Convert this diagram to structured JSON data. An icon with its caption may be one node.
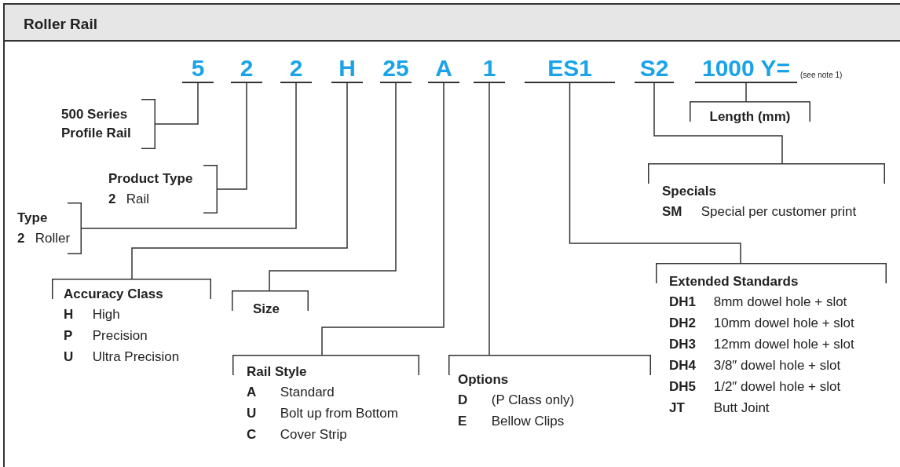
{
  "diagram": {
    "title": "Roller Rail",
    "nodes": [
      {
        "text": [
          "5"
        ]
      },
      {
        "text": [
          "2"
        ]
      },
      {
        "text": [
          "2"
        ]
      },
      {
        "text": [
          "H"
        ]
      },
      {
        "text": [
          "25"
        ]
      },
      {
        "text": [
          "A"
        ]
      },
      {
        "text": [
          "1"
        ]
      },
      {
        "text": [
          "ES1"
        ]
      },
      {
        "text": [
          "S2"
        ]
      },
      {
        "text": [
          "1000 Y="
        ],
        "beside": [
          "(see note 1)"
        ]
      },
      {
        "text": [
          "500 Series Profile Rail"
        ]
      },
      {
        "text": [
          "Product Type",
          "**2** Rail"
        ]
      },
      {
        "text": [
          "Type",
          "**2** Roller"
        ]
      },
      {
        "text": [
          "Length (mm)"
        ]
      },
      {
        "text": [
          "Specials",
          "**SM** Special per customer print"
        ]
      },
      {
        "text": [
          "Accuracy Class",
          "**H** High",
          "**P** Precision",
          "**U** Ultra Precision"
        ]
      },
      {
        "text": [
          "Size"
        ]
      },
      {
        "text": [
          "Extended Standards",
          "**DH1** 8mm dowel hole + slot",
          "**DH2** 10mm dowel hole + slot",
          "**DH3** 12mm dowel hole + slot",
          "**DH4** 3/8″ dowel hole + slot",
          "**DH5** 1/2″ dowel hole + slot",
          "**JT** Butt Joint"
        ]
      },
      {
        "text": [
          "Rail Style",
          "**A** Standard",
          "**U** Bolt up from Bottom",
          "**C** Cover Strip"
        ]
      },
      {
        "text": [
          "Options",
          "**D** (P Class only)",
          "**E** Bellow Clips"
        ]
      }
    ],
    "edges": [
      {
        "from": 0,
        "to": 10,
        "arrow": "none"
      },
      {
        "from": 1,
        "to": 11,
        "arrow": "none"
      },
      {
        "from": 2,
        "to": 12,
        "arrow": "none"
      },
      {
        "from": 3,
        "to": 15,
        "arrow": "none"
      },
      {
        "from": 4,
        "to": 16,
        "arrow": "none"
      },
      {
        "from": 5,
        "to": 18,
        "arrow": "none"
      },
      {
        "from": 6,
        "to": 19,
        "arrow": "none"
      },
      {
        "from": 7,
        "to": 17,
        "arrow": "none"
      },
      {
        "from": 8,
        "to": 14,
        "arrow": "none"
      },
      {
        "from": 9,
        "to": 13,
        "arrow": "none"
      }
    ]
  }
}
